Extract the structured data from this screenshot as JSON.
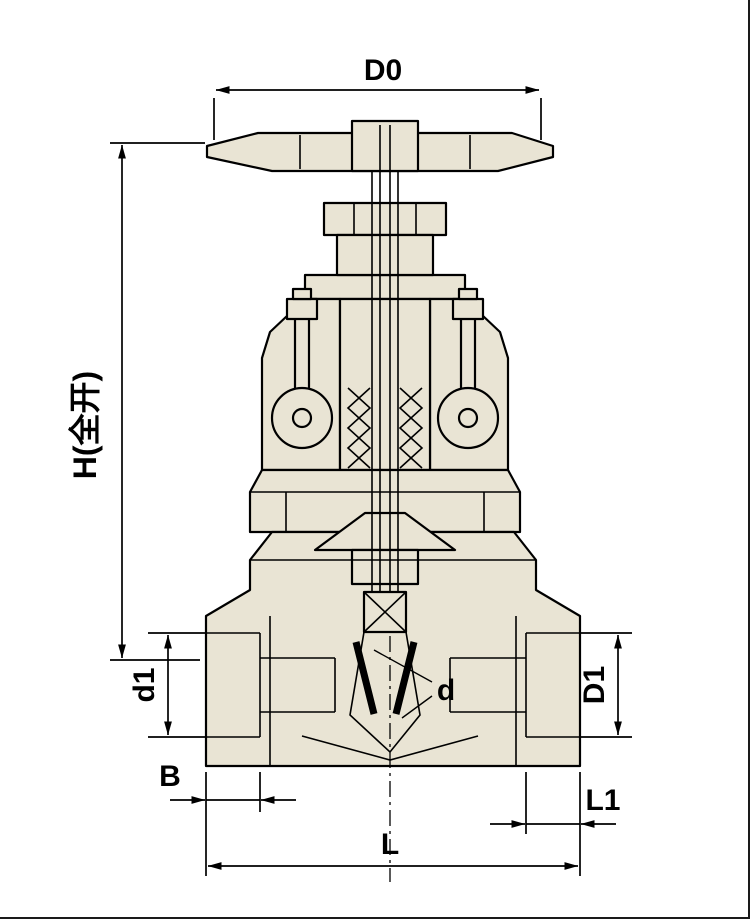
{
  "page": {
    "background": "#ffffff",
    "line_color": "#000000",
    "body_fill": "#e9e4d4"
  },
  "drawing": {
    "labels": {
      "d0": "D0",
      "h": "H(全开)",
      "d1": "d1",
      "d": "d",
      "D1": "D1",
      "b": "B",
      "l1": "L1",
      "l": "L"
    }
  }
}
